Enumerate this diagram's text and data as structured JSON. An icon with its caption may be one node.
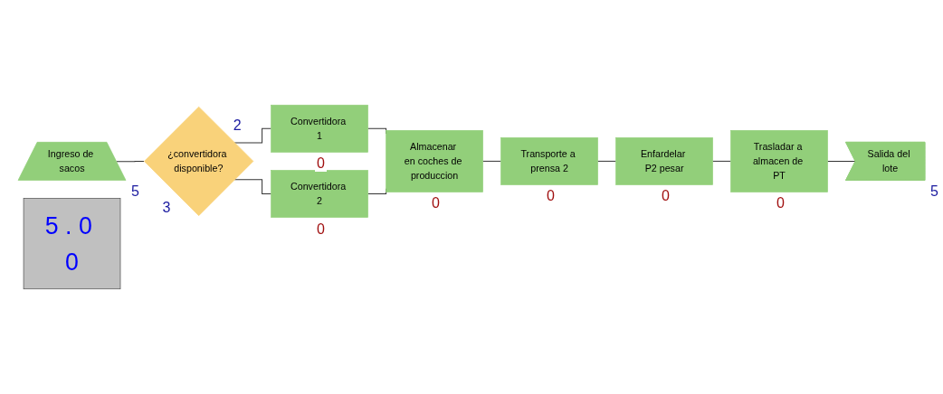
{
  "diagram": {
    "nodes": [
      {
        "text": [
          "Ingreso de sacos"
        ],
        "beside": [
          "5"
        ]
      },
      {
        "text": [
          "¿convertidora disponible?"
        ],
        "beside": [
          "2",
          "3"
        ]
      },
      {
        "text": [
          "Convertidora 1"
        ],
        "beside": [
          "0"
        ]
      },
      {
        "text": [
          "Convertidora 2"
        ],
        "beside": [
          "0"
        ]
      },
      {
        "text": [
          "Almacenar en coches de produccion"
        ],
        "beside": [
          "0"
        ]
      },
      {
        "text": [
          "Transporte a prensa 2"
        ],
        "beside": [
          "0"
        ]
      },
      {
        "text": [
          "Enfardelar P2 pesar"
        ],
        "beside": [
          "0"
        ]
      },
      {
        "text": [
          "Trasladar a almacen de PT"
        ],
        "beside": [
          "0"
        ]
      },
      {
        "text": [
          "Salida del lote"
        ],
        "beside": [
          "5"
        ]
      },
      {
        "text": [
          "5 . 0 0"
        ]
      }
    ],
    "edges": [
      {
        "from": 0,
        "to": 1,
        "arrow": "none"
      },
      {
        "from": 1,
        "to": 2,
        "arrow": "none"
      },
      {
        "from": 1,
        "to": 3,
        "arrow": "none"
      },
      {
        "from": 2,
        "to": 4,
        "arrow": "none"
      },
      {
        "from": 3,
        "to": 4,
        "arrow": "none"
      },
      {
        "from": 4,
        "to": 5,
        "arrow": "none"
      },
      {
        "from": 5,
        "to": 6,
        "arrow": "none"
      },
      {
        "from": 6,
        "to": 7,
        "arrow": "none"
      },
      {
        "from": 7,
        "to": 8,
        "arrow": "none"
      }
    ]
  }
}
